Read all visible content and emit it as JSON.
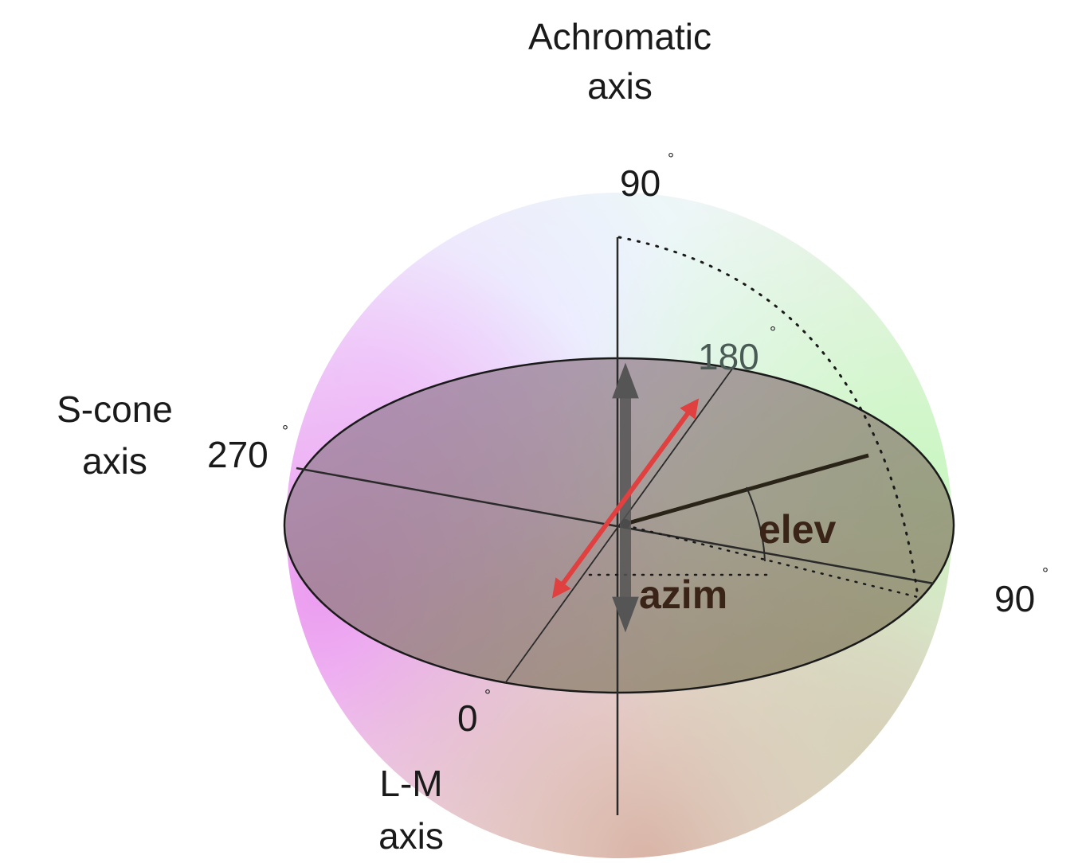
{
  "labels": {
    "achromatic_line1": "Achromatic",
    "achromatic_line2": "axis",
    "top_90": "90",
    "label_180": "180",
    "scone_line1": "S-cone",
    "scone_line2": "axis",
    "label_270": "270",
    "right_90": "90",
    "label_0": "0",
    "lm_line1": "L-M",
    "lm_line2": "axis",
    "elev": "elev",
    "azim": "azim",
    "degree_symbol": "°"
  },
  "colors": {
    "red_arrow": "#e0403f",
    "gray_arrow": "#5a5a5a",
    "disk_fill": "#5a4a40",
    "line": "#1a1a1a"
  }
}
